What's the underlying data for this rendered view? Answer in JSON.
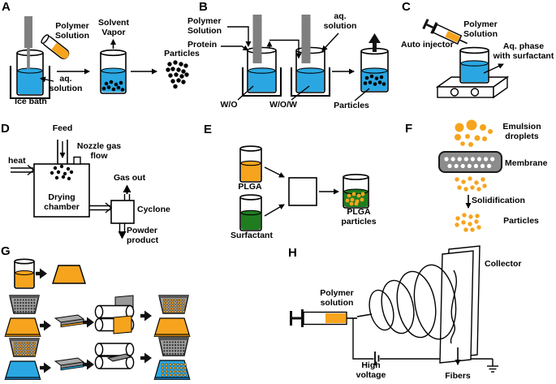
{
  "figure": {
    "palette": {
      "aqueous_blue": "#2AA7E2",
      "polymer_orange": "#F6A41D",
      "surfactant_green": "#1F7D1F",
      "equipment_gray": "#8C8C8C",
      "particle_black": "#000000"
    },
    "panels": {
      "a": {
        "letter": "A",
        "labels": {
          "polymer_solution": "Polymer\nSolution",
          "solvent_vapor": "Solvent\nVapor",
          "particles": "Particles",
          "aq_solution": "aq.\nsolution",
          "ice_bath": "Ice bath"
        }
      },
      "b": {
        "letter": "B",
        "labels": {
          "polymer_solution": "Polymer\nSolution",
          "protein": "Protein",
          "aq_solution": "aq.\nsolution",
          "w_o": "W/O",
          "w_o_w": "W/O/W",
          "particles": "Particles"
        }
      },
      "c": {
        "letter": "C",
        "labels": {
          "auto_injector": "Auto injector",
          "polymer_solution": "Polymer\nSolution",
          "aq_phase": "Aq. phase\nwith surfactant"
        }
      },
      "d": {
        "letter": "D",
        "labels": {
          "feed": "Feed",
          "nozzle_gas_flow": "Nozzle gas\nflow",
          "heat": "heat",
          "drying_chamber": "Drying\nchamber",
          "gas_out": "Gas out",
          "cyclone": "Cyclone",
          "powder_product": "Powder\nproduct"
        }
      },
      "e": {
        "letter": "E",
        "labels": {
          "plga": "PLGA",
          "surfactant": "Surfactant",
          "plga_particles": "PLGA\nparticles"
        }
      },
      "f": {
        "letter": "F",
        "labels": {
          "emulsion_droplets": "Emulsion\ndroplets",
          "membrane": "Membrane",
          "solidification": "Solidification",
          "particles": "Particles"
        }
      },
      "g": {
        "letter": "G"
      },
      "h": {
        "letter": "H",
        "labels": {
          "polymer_solution": "Polymer\nsolution",
          "collector": "Collector",
          "high_voltage": "High\nvoltage",
          "fibers": "Fibers"
        }
      }
    }
  }
}
